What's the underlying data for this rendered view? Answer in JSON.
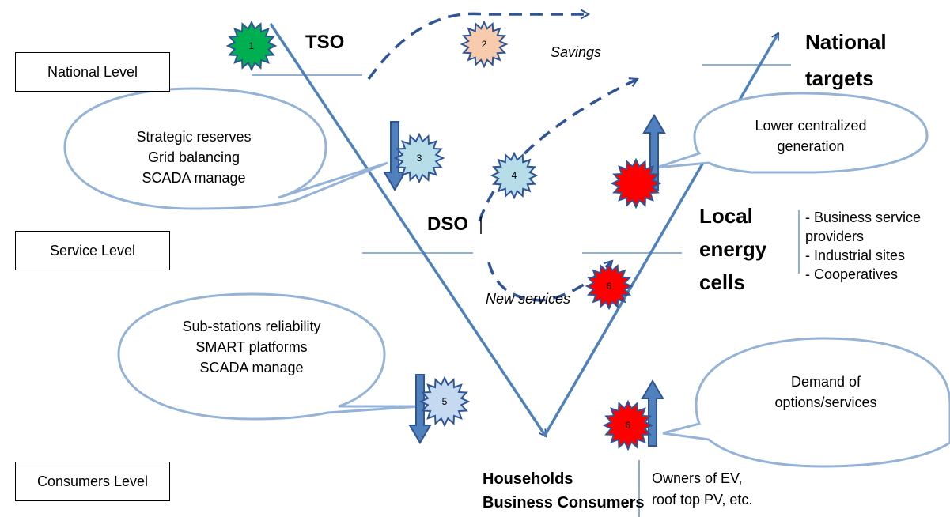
{
  "levels": {
    "national": "National Level",
    "service": "Service Level",
    "consumers": "Consumers Level"
  },
  "actors": {
    "tso": "TSO",
    "dso": "DSO",
    "national_targets": [
      "National",
      "targets"
    ],
    "local_cells": [
      "Local",
      "energy",
      "cells"
    ],
    "households": [
      "Households",
      "Business Consumers"
    ]
  },
  "flows": {
    "savings": "Savings",
    "new_services": "New services"
  },
  "bubbles": {
    "tso_bubble": [
      "Strategic reserves",
      "Grid balancing",
      "SCADA manage"
    ],
    "dso_bubble": [
      "Sub-stations reliability",
      "SMART platforms",
      "SCADA manage"
    ],
    "central_bubble": [
      "Lower centralized",
      "generation"
    ],
    "demand_bubble": [
      "Demand of",
      "options/services"
    ]
  },
  "lists": {
    "local_cells": [
      "- Business service",
      "providers",
      "- Industrial sites",
      "- Cooperatives"
    ],
    "consumers": [
      "Owners of EV,",
      "roof top PV, etc."
    ]
  },
  "badges": [
    "1",
    "2",
    "3",
    "4",
    "5",
    "6",
    "6"
  ],
  "colors": {
    "line": "#4f81bd",
    "line_dark": "#2f5597",
    "bubble_border": "#95b3d7",
    "star_green": "#00b050",
    "star_peach": "#f8cbad",
    "star_lightblue": "#b7dde8",
    "star_red": "#ff0000",
    "star_lavender": "#c5d9f1"
  }
}
